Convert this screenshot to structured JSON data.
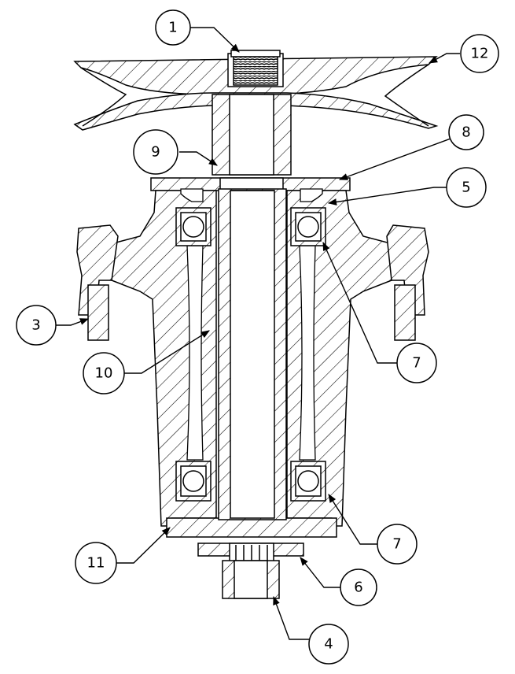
{
  "callouts": [
    {
      "id": "c1",
      "label": "1"
    },
    {
      "id": "c12",
      "label": "12"
    },
    {
      "id": "c8",
      "label": "8"
    },
    {
      "id": "c9",
      "label": "9"
    },
    {
      "id": "c5",
      "label": "5"
    },
    {
      "id": "c3",
      "label": "3"
    },
    {
      "id": "c7a",
      "label": "7"
    },
    {
      "id": "c10",
      "label": "10"
    },
    {
      "id": "c7b",
      "label": "7"
    },
    {
      "id": "c11",
      "label": "11"
    },
    {
      "id": "c6",
      "label": "6"
    },
    {
      "id": "c4",
      "label": "4"
    }
  ],
  "colors": {
    "line": "#000000",
    "background": "#ffffff"
  }
}
